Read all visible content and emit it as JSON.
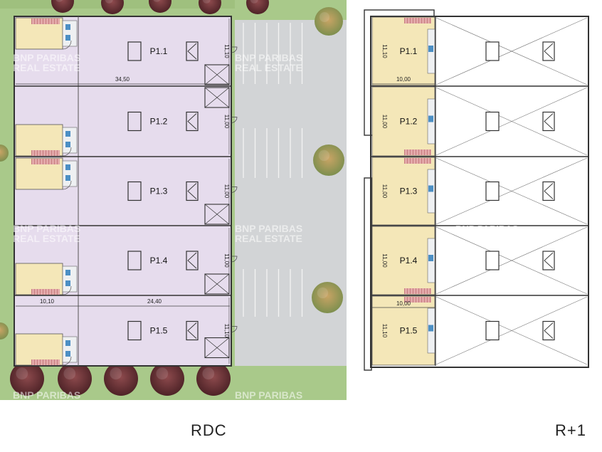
{
  "plans": {
    "ground": {
      "label": "RDC",
      "units": [
        {
          "name": "P1.1",
          "depth": "11,10"
        },
        {
          "name": "P1.2",
          "depth": "11,00"
        },
        {
          "name": "P1.3",
          "depth": "11,00"
        },
        {
          "name": "P1.4",
          "depth": "11,00"
        },
        {
          "name": "P1.5",
          "depth": "11,10"
        }
      ],
      "dim_total_width": "34,50",
      "dim_office_width": "10,10",
      "dim_warehouse_width": "24,40"
    },
    "upper": {
      "label": "R+1",
      "units": [
        {
          "name": "P1.1",
          "depth": "11,10"
        },
        {
          "name": "P1.2",
          "depth": "11,00"
        },
        {
          "name": "P1.3",
          "depth": "11,00"
        },
        {
          "name": "P1.4",
          "depth": "11,00"
        },
        {
          "name": "P1.5",
          "depth": "11,10"
        }
      ],
      "dim_office_width": "10,00"
    }
  },
  "watermark": {
    "line1": "BNP PARIBAS",
    "line2": "REAL ESTATE"
  },
  "colors": {
    "warehouse": "#e6dced",
    "office": "#f4e7b8",
    "parking": "#d2d4d6",
    "lawn": "#a9c98a",
    "tree": "#6e3438",
    "wall": "#333333",
    "stair": "#c7787b",
    "sanitary": "#4c8fc4"
  }
}
